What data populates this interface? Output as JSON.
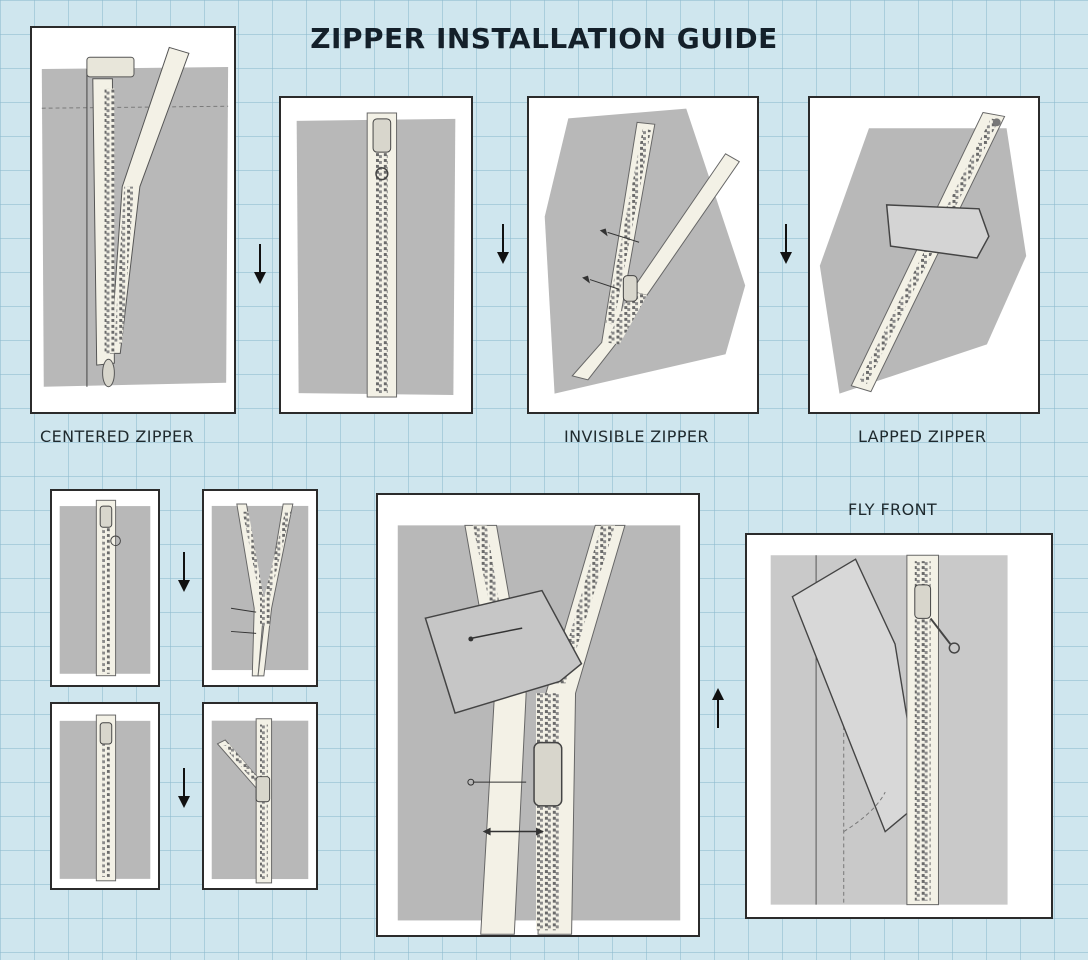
{
  "title": "ZIPPER INSTALLATION GUIDE",
  "captions": {
    "centered": "CENTERED ZIPPER",
    "invisible": "INVISIBLE ZIPPER",
    "lapped": "LAPPED ZIPPER",
    "fly_front": "FLY FRONT"
  },
  "panels": [
    {
      "id": "centered-step-1",
      "depicts": "zipper tape opened away from seam on fabric"
    },
    {
      "id": "centered-step-2",
      "depicts": "zipper centered over seam"
    },
    {
      "id": "invisible-step-1",
      "depicts": "invisible zipper opened diagonally with direction arrows"
    },
    {
      "id": "lapped-step-1",
      "depicts": "lapped zipper with fabric flap folded over"
    },
    {
      "id": "small-step-1",
      "depicts": "closed zipper on fabric strip"
    },
    {
      "id": "small-step-2",
      "depicts": "zipper partially opened with arrows"
    },
    {
      "id": "small-step-3",
      "depicts": "closed zipper on fabric strip"
    },
    {
      "id": "small-step-4",
      "depicts": "zipper pulled to one side"
    },
    {
      "id": "large-detail",
      "depicts": "zipper with folded fabric flap, pin and arrow"
    },
    {
      "id": "fly-front-step",
      "depicts": "fly front zipper with fold and stitch lines"
    }
  ],
  "arrows": [
    {
      "id": "arrow-1",
      "direction": "down"
    },
    {
      "id": "arrow-2",
      "direction": "down"
    },
    {
      "id": "arrow-3",
      "direction": "down"
    },
    {
      "id": "arrow-4",
      "direction": "down"
    },
    {
      "id": "arrow-5",
      "direction": "down"
    },
    {
      "id": "arrow-6",
      "direction": "up"
    }
  ],
  "colors": {
    "background": "#cfe6ee",
    "fabric": "#b8b8b8",
    "tape": "#f3f1e6",
    "teeth": "#6b6b6b",
    "border": "#2b2b2b"
  }
}
